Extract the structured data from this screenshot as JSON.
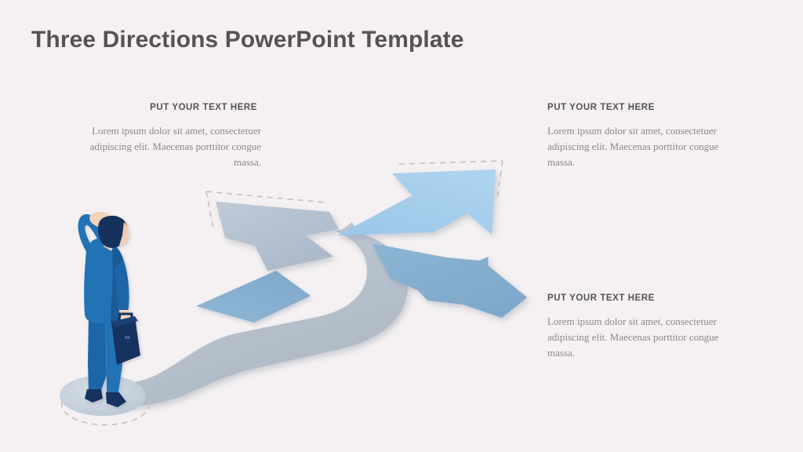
{
  "slide": {
    "title": "Three Directions PowerPoint Template",
    "background_color": "#f5f1f2",
    "title_color": "#585251"
  },
  "callouts": [
    {
      "id": "left",
      "heading": "PUT YOUR TEXT HERE",
      "body": "Lorem ipsum dolor sit amet, consectetuer adipiscing elit. Maecenas porttitor congue massa.",
      "align": "right"
    },
    {
      "id": "top-right",
      "heading": "PUT YOUR TEXT HERE",
      "body": "Lorem ipsum dolor sit amet, consectetuer adipiscing elit. Maecenas porttitor congue massa.",
      "align": "left"
    },
    {
      "id": "bottom-right",
      "heading": "PUT YOUR TEXT HERE",
      "body": "Lorem ipsum dolor sit amet, consectetuer adipiscing elit. Maecenas porttitor congue massa.",
      "align": "left"
    }
  ],
  "graphic": {
    "description": "isometric businessman scratching head at a three-way road fork with three arrows",
    "road_color": "#b9c3ce",
    "arrow_up_left_color": "#b3c1d0",
    "arrow_up_right_color": "#a5cdeb",
    "arrow_down_right_color": "#86afcf",
    "arrow_underside_color": "#84aed0",
    "dash_outline_color": "#c9c4c4",
    "figure": {
      "suit_color": "#1f6cb0",
      "suit_shadow_color": "#1a5a95",
      "hair_color": "#17305c",
      "skin_color": "#f0cdb4",
      "briefcase_color": "#14305e",
      "shoe_color": "#14305e",
      "platform_color": "#c6d1dc"
    },
    "colors": {
      "text_heading": "#57504f",
      "text_body": "#8d8684",
      "background": "#f5f1f2"
    }
  }
}
